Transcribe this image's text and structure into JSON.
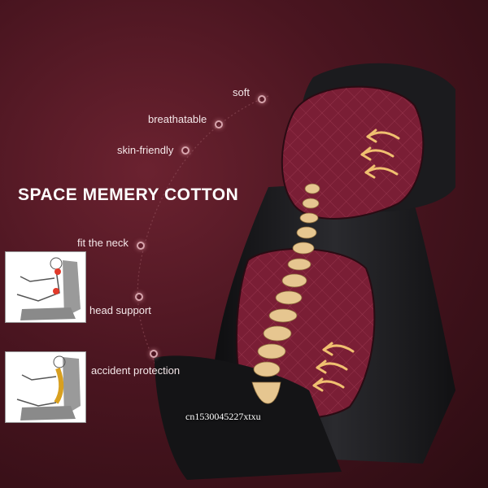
{
  "headline": "SPACE MEMERY COTTON",
  "features": {
    "soft": "soft",
    "breathatable": "breathatable",
    "skin_friendly": "skin-friendly",
    "fit_the_neck": "fit the neck",
    "head_support": "head support",
    "accident_protection": "accident protection"
  },
  "watermark": "cn1530045227xtxu",
  "colors": {
    "background": "#4a1520",
    "pillow": "#7a1e35",
    "seat_leather": "#1a1a1c",
    "text": "#f4e7e9",
    "arrow": "#f0c070"
  },
  "icons": [
    "airflow-arrows-icon",
    "spine-icon",
    "seat-posture-diagram"
  ]
}
